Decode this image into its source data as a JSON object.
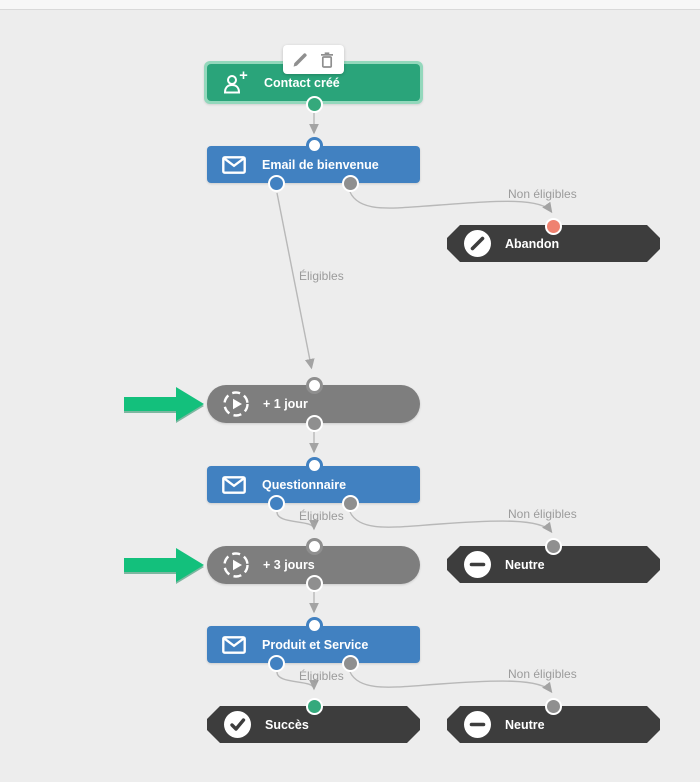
{
  "canvas": {
    "background_color": "#ededed"
  },
  "colors": {
    "entry_green": "#2aa47a",
    "entry_green_border": "#93d8bc",
    "email_blue": "#4181c1",
    "delay_gray": "#7e7e7e",
    "exit_dark": "#3d3d3d",
    "port_blue": "#4181c1",
    "port_gray": "#8f8f8f",
    "port_green": "#35a97c",
    "port_salmon": "#ef8270",
    "edge_line_gray": "#b8b8b8",
    "edge_label_gray": "#9b9b9b",
    "annotation_arrow_green": "#13c07c"
  },
  "toolbar": {
    "buttons": [
      {
        "name": "edit",
        "icon": "pencil-icon"
      },
      {
        "name": "delete",
        "icon": "trash-icon"
      }
    ]
  },
  "nodes": [
    {
      "id": "contact-cree",
      "type": "entry-point",
      "label": "Contact créé",
      "icon": "person-add-icon"
    },
    {
      "id": "email-bienvenue",
      "type": "email-action",
      "label": "Email de bienvenue",
      "icon": "envelope-icon"
    },
    {
      "id": "abandon",
      "type": "exit-point",
      "label": "Abandon",
      "icon": "slash-icon"
    },
    {
      "id": "delai-1-jour",
      "type": "delay",
      "label": "+ 1 jour",
      "icon": "timer-icon"
    },
    {
      "id": "questionnaire",
      "type": "email-action",
      "label": "Questionnaire",
      "icon": "envelope-icon"
    },
    {
      "id": "neutre-milieu",
      "type": "exit-point",
      "label": "Neutre",
      "icon": "minus-icon"
    },
    {
      "id": "delai-3-jours",
      "type": "delay",
      "label": "+ 3 jours",
      "icon": "timer-icon"
    },
    {
      "id": "produit-et-service",
      "type": "email-action",
      "label": "Produit et Service",
      "icon": "envelope-icon"
    },
    {
      "id": "succes",
      "type": "exit-point",
      "label": "Succès",
      "icon": "check-icon"
    },
    {
      "id": "neutre-bas",
      "type": "exit-point",
      "label": "Neutre",
      "icon": "minus-icon"
    }
  ],
  "edge_labels": [
    {
      "text": "Non éligibles"
    },
    {
      "text": "Éligibles"
    },
    {
      "text": "Éligibles"
    },
    {
      "text": "Non éligibles"
    },
    {
      "text": "Éligibles"
    },
    {
      "text": "Non éligibles"
    }
  ]
}
